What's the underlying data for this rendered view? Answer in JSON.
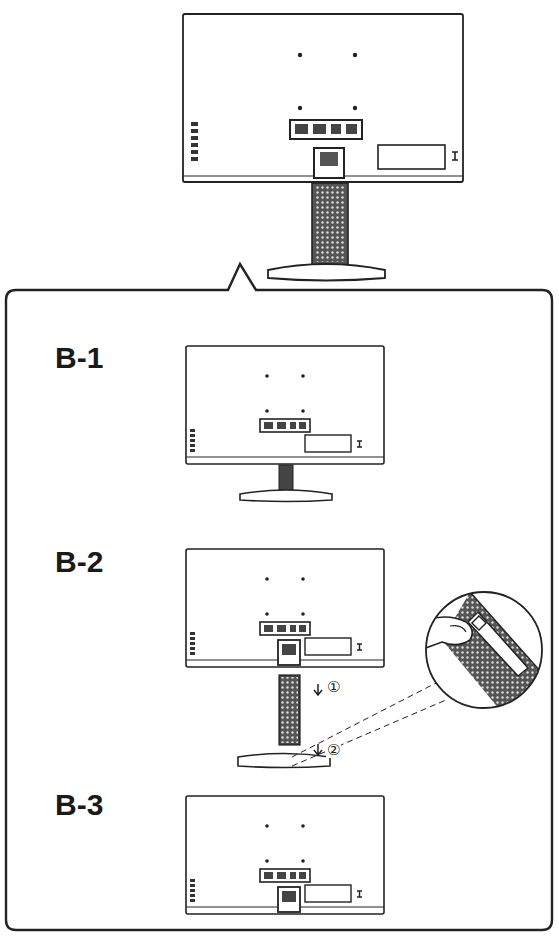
{
  "diagram": {
    "labels": [
      "B-1",
      "B-2",
      "B-3",
      "①",
      "②"
    ]
  }
}
